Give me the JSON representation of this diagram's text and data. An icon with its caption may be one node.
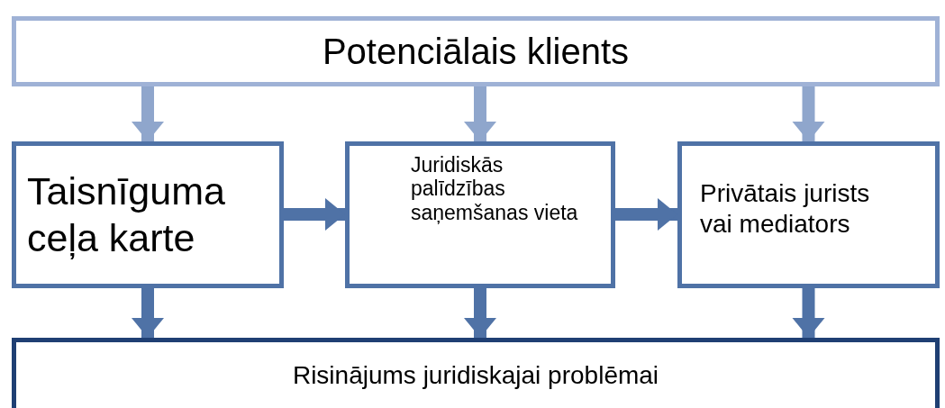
{
  "diagram": {
    "nodes": [
      {
        "text": [
          "Potenciālais klients"
        ]
      },
      {
        "text": [
          "Taisnīguma ceļa karte"
        ]
      },
      {
        "text": [
          "Juridiskās palīdzības saņemšanas vieta"
        ]
      },
      {
        "text": [
          "Privātais jurists vai mediators"
        ]
      },
      {
        "text": [
          "Risinājums juridiskajai problēmai"
        ]
      }
    ],
    "edges": [
      {
        "from": 0,
        "to": 1,
        "arrow": "to",
        "color": "#8fa6cc"
      },
      {
        "from": 0,
        "to": 2,
        "arrow": "to",
        "color": "#8fa6cc"
      },
      {
        "from": 0,
        "to": 3,
        "arrow": "to",
        "color": "#8fa6cc"
      },
      {
        "from": 1,
        "to": 2,
        "arrow": "to"
      },
      {
        "from": 2,
        "to": 3,
        "arrow": "to"
      },
      {
        "from": 1,
        "to": 4,
        "arrow": "to"
      },
      {
        "from": 2,
        "to": 4,
        "arrow": "to"
      },
      {
        "from": 3,
        "to": 4,
        "arrow": "to"
      }
    ]
  }
}
